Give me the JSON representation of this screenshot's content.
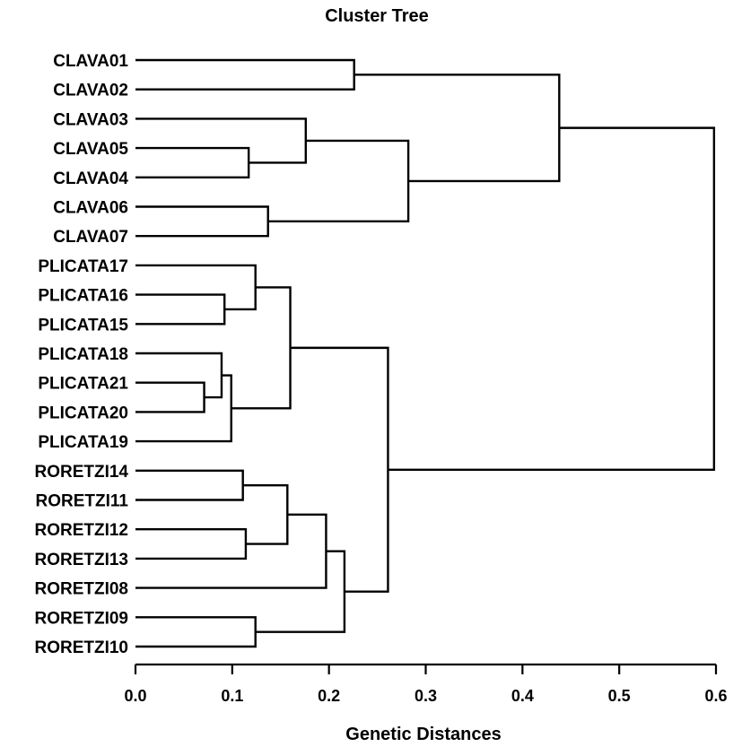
{
  "chart_data": {
    "type": "dendrogram",
    "title": "Cluster Tree",
    "xlabel": "Genetic Distances",
    "xlim": [
      0,
      0.6
    ],
    "xticks": [
      0.0,
      0.1,
      0.2,
      0.3,
      0.4,
      0.5,
      0.6
    ],
    "xtick_labels": [
      "0.0",
      "0.1",
      "0.2",
      "0.3",
      "0.4",
      "0.5",
      "0.6"
    ],
    "grid": false,
    "leaves": [
      "CLAVA01",
      "CLAVA02",
      "CLAVA03",
      "CLAVA05",
      "CLAVA04",
      "CLAVA06",
      "CLAVA07",
      "PLICATA17",
      "PLICATA16",
      "PLICATA15",
      "PLICATA18",
      "PLICATA21",
      "PLICATA20",
      "PLICATA19",
      "RORETZI14",
      "RORETZI11",
      "RORETZI12",
      "RORETZI13",
      "RORETZI08",
      "RORETZI09",
      "RORETZI10"
    ],
    "merges": [
      {
        "id": "c01_02",
        "children": [
          "CLAVA01",
          "CLAVA02"
        ],
        "distance": 0.226
      },
      {
        "id": "c05_04",
        "children": [
          "CLAVA05",
          "CLAVA04"
        ],
        "distance": 0.117
      },
      {
        "id": "c03_0504",
        "children": [
          "CLAVA03",
          "c05_04"
        ],
        "distance": 0.176
      },
      {
        "id": "c06_07",
        "children": [
          "CLAVA06",
          "CLAVA07"
        ],
        "distance": 0.137
      },
      {
        "id": "c03to07",
        "children": [
          "c03_0504",
          "c06_07"
        ],
        "distance": 0.282
      },
      {
        "id": "clava",
        "children": [
          "c01_02",
          "c03to07"
        ],
        "distance": 0.438
      },
      {
        "id": "p16_15",
        "children": [
          "PLICATA16",
          "PLICATA15"
        ],
        "distance": 0.092
      },
      {
        "id": "p17_1615",
        "children": [
          "PLICATA17",
          "p16_15"
        ],
        "distance": 0.124
      },
      {
        "id": "p21_20",
        "children": [
          "PLICATA21",
          "PLICATA20"
        ],
        "distance": 0.071
      },
      {
        "id": "p18_2120",
        "children": [
          "PLICATA18",
          "p21_20"
        ],
        "distance": 0.089
      },
      {
        "id": "p18to19",
        "children": [
          "p18_2120",
          "PLICATA19"
        ],
        "distance": 0.099
      },
      {
        "id": "plicata",
        "children": [
          "p17_1615",
          "p18to19"
        ],
        "distance": 0.16
      },
      {
        "id": "r14_11",
        "children": [
          "RORETZI14",
          "RORETZI11"
        ],
        "distance": 0.111
      },
      {
        "id": "r12_13",
        "children": [
          "RORETZI12",
          "RORETZI13"
        ],
        "distance": 0.114
      },
      {
        "id": "r14to13",
        "children": [
          "r14_11",
          "r12_13"
        ],
        "distance": 0.157
      },
      {
        "id": "r14to08",
        "children": [
          "r14to13",
          "RORETZI08"
        ],
        "distance": 0.197
      },
      {
        "id": "r09_10",
        "children": [
          "RORETZI09",
          "RORETZI10"
        ],
        "distance": 0.124
      },
      {
        "id": "roretzi",
        "children": [
          "r14to08",
          "r09_10"
        ],
        "distance": 0.216
      },
      {
        "id": "pli_ror",
        "children": [
          "plicata",
          "roretzi"
        ],
        "distance": 0.261
      },
      {
        "id": "root",
        "children": [
          "clava",
          "pli_ror"
        ],
        "distance": 0.598
      }
    ]
  }
}
